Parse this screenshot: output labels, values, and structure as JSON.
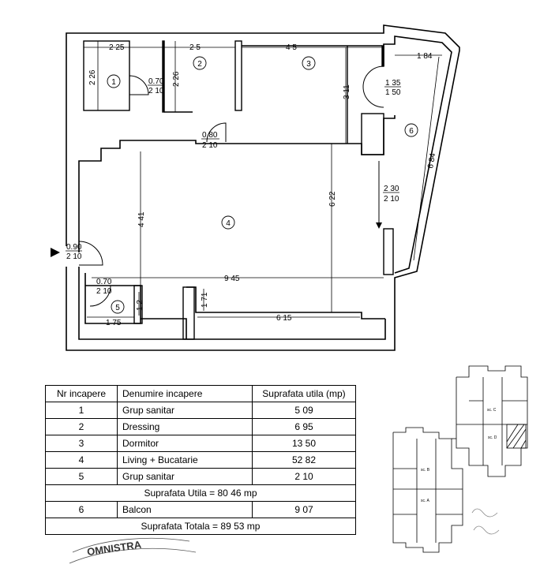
{
  "plan": {
    "dimensions": {
      "d_225": "2 25",
      "d_25": "2 5",
      "d_45": "4 5",
      "d_184": "1 84",
      "d_226a": "2 26",
      "d_226b": "2 26",
      "d_311": "3 11",
      "d_684": "6 84",
      "d_622": "6 22",
      "d_441": "4 41",
      "d_945": "9 45",
      "d_615": "6 15",
      "d_175": "1 75",
      "d_171": "1 71",
      "d_12": "1 2"
    },
    "doors": {
      "door1_w": "0.70",
      "door1_h": "2 10",
      "door_hall_w": "0.80",
      "door_hall_h": "2 10",
      "door3_w": "1 35",
      "door3_h": "1 50",
      "door_balcony_w": "2 30",
      "door_balcony_h": "2 10",
      "entry_w": "0.90",
      "entry_h": "2 10",
      "door5_w": "0.70",
      "door5_h": "2 10"
    },
    "room_numbers": {
      "r1": "1",
      "r2": "2",
      "r3": "3",
      "r4": "4",
      "r5": "5",
      "r6": "6"
    },
    "stamp_text": "OMNISTRA"
  },
  "table": {
    "headers": [
      "Nr incapere",
      "Denumire incapere",
      "Suprafata utila (mp)"
    ],
    "rows": [
      [
        "1",
        "Grup sanitar",
        "5 09"
      ],
      [
        "2",
        "Dressing",
        "6 95"
      ],
      [
        "3",
        "Dormitor",
        "13 50"
      ],
      [
        "4",
        "Living + Bucatarie",
        "52 82"
      ],
      [
        "5",
        "Grup sanitar",
        "2 10"
      ]
    ],
    "util_total": "Suprafata Utila = 80 46 mp",
    "balcony_row": [
      "6",
      "Balcon",
      "9 07"
    ],
    "grand_total": "Suprafata Totala = 89 53 mp"
  },
  "keyplan": {
    "labels": {
      "sc_c": "sc. C",
      "sc_d": "sc. D",
      "sc_b": "sc. B",
      "sc_a": "sc. A"
    }
  }
}
